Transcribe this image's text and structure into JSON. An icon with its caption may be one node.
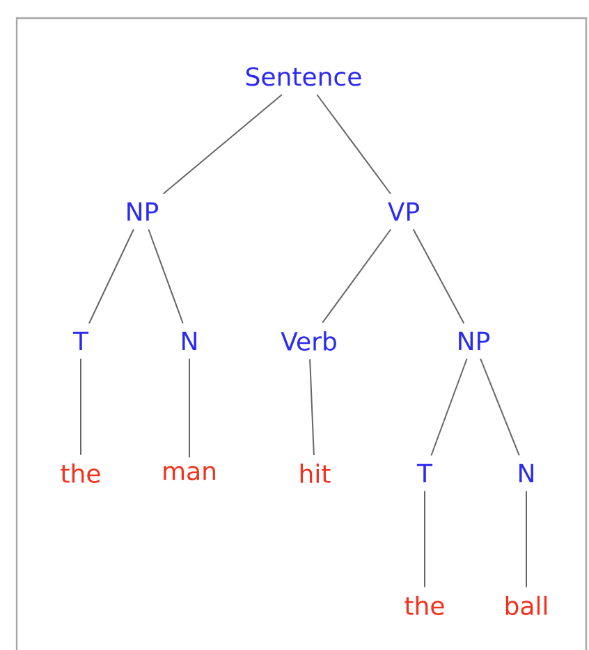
{
  "diagram": {
    "nodes": [
      {
        "text": [
          "Sentence"
        ]
      },
      {
        "text": [
          "NP"
        ]
      },
      {
        "text": [
          "VP"
        ]
      },
      {
        "text": [
          "T"
        ]
      },
      {
        "text": [
          "N"
        ]
      },
      {
        "text": [
          "Verb"
        ]
      },
      {
        "text": [
          "NP"
        ]
      },
      {
        "text": [
          "the"
        ]
      },
      {
        "text": [
          "man"
        ]
      },
      {
        "text": [
          "hit"
        ]
      },
      {
        "text": [
          "T"
        ]
      },
      {
        "text": [
          "N"
        ]
      },
      {
        "text": [
          "the"
        ]
      },
      {
        "text": [
          "ball"
        ]
      }
    ],
    "edges": [
      {
        "from": 0,
        "to": 1,
        "arrow": "none"
      },
      {
        "from": 0,
        "to": 2,
        "arrow": "none"
      },
      {
        "from": 1,
        "to": 3,
        "arrow": "none"
      },
      {
        "from": 1,
        "to": 4,
        "arrow": "none"
      },
      {
        "from": 2,
        "to": 5,
        "arrow": "none"
      },
      {
        "from": 2,
        "to": 6,
        "arrow": "none"
      },
      {
        "from": 3,
        "to": 7,
        "arrow": "none"
      },
      {
        "from": 4,
        "to": 8,
        "arrow": "none"
      },
      {
        "from": 5,
        "to": 9,
        "arrow": "none"
      },
      {
        "from": 6,
        "to": 10,
        "arrow": "none"
      },
      {
        "from": 6,
        "to": 11,
        "arrow": "none"
      },
      {
        "from": 10,
        "to": 12,
        "arrow": "none"
      },
      {
        "from": 11,
        "to": 13,
        "arrow": "none"
      }
    ]
  }
}
